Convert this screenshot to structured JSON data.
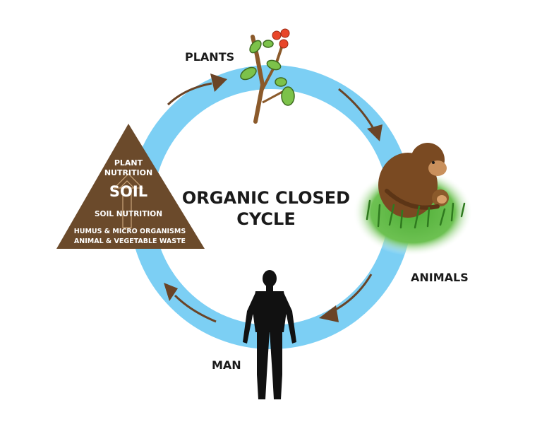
{
  "diagram": {
    "title_line1": "ORGANIC CLOSED",
    "title_line2": "CYCLE",
    "nodes": {
      "plants": "PLANTS",
      "animals": "ANIMALS",
      "man": "MAN"
    },
    "soil": {
      "line1": "PLANT",
      "line2": "NUTRITION",
      "main": "SOIL",
      "line3": "SOIL NUTRITION",
      "line4": "HUMUS & MICRO ORGANISMS",
      "line5": "ANIMAL & VEGETABLE WASTE"
    }
  },
  "colors": {
    "ring": "#7CCFF4",
    "arrow": "#6A4427",
    "soil": "#6B4A2B",
    "grass": "#3E9A2E",
    "monkey": "#7A4A22",
    "text": "#1A1A1A"
  },
  "icons": [
    "tomato-plant-icon",
    "monkey-icon",
    "human-silhouette-icon"
  ]
}
